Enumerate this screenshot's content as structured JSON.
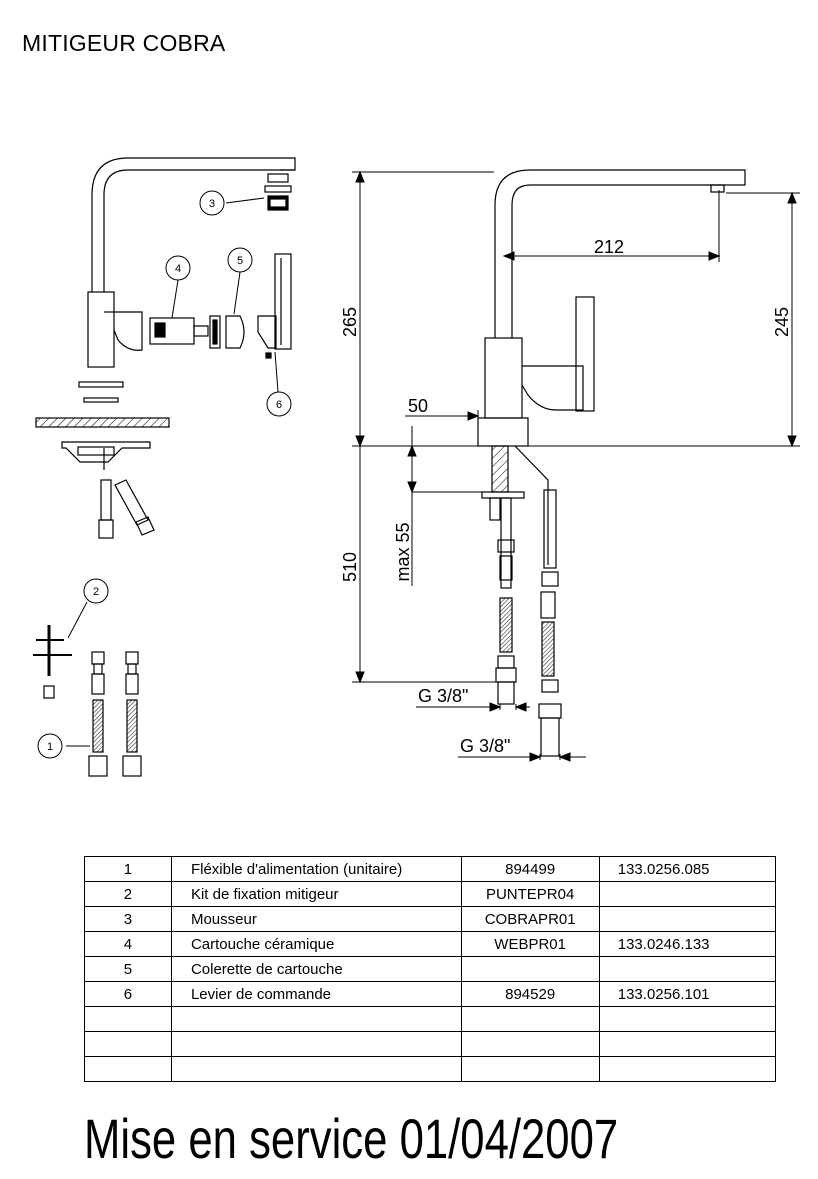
{
  "title": "MITIGEUR COBRA",
  "callouts": [
    "1",
    "2",
    "3",
    "4",
    "5",
    "6"
  ],
  "dimensions": {
    "d212": "212",
    "d265": "265",
    "d245": "245",
    "d50": "50",
    "d510": "510",
    "dmax55": "max 55",
    "g38_a": "G 3/8\"",
    "g38_b": "G 3/8\""
  },
  "parts": [
    {
      "num": "1",
      "desc": "Fléxible d'alimentation (unitaire)",
      "ref": "894499",
      "code": "133.0256.085"
    },
    {
      "num": "2",
      "desc": "Kit de fixation mitigeur",
      "ref": "PUNTEPR04",
      "code": ""
    },
    {
      "num": "3",
      "desc": "Mousseur",
      "ref": "COBRAPR01",
      "code": ""
    },
    {
      "num": "4",
      "desc": "Cartouche céramique",
      "ref": "WEBPR01",
      "code": "133.0246.133"
    },
    {
      "num": "5",
      "desc": "Colerette de cartouche",
      "ref": "",
      "code": ""
    },
    {
      "num": "6",
      "desc": "Levier de commande",
      "ref": "894529",
      "code": "133.0256.101"
    },
    {
      "num": "",
      "desc": "",
      "ref": "",
      "code": ""
    },
    {
      "num": "",
      "desc": "",
      "ref": "",
      "code": ""
    },
    {
      "num": "",
      "desc": "",
      "ref": "",
      "code": ""
    }
  ],
  "footer": "Mise en service 01/04/2007"
}
